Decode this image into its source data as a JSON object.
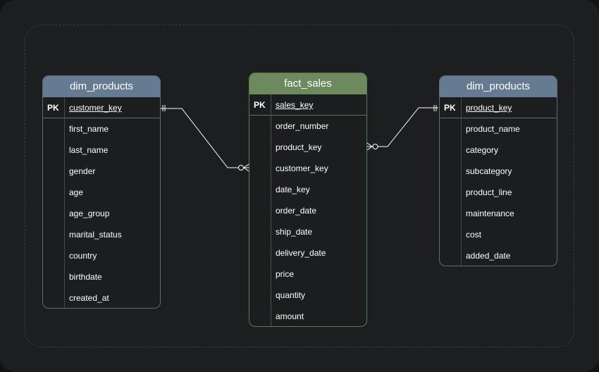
{
  "tables": {
    "left": {
      "name": "dim_products",
      "pk_label": "PK",
      "pk_field": "customer_key",
      "fields": [
        "first_name",
        "last_name",
        "gender",
        "age",
        "age_group",
        "marital_status",
        "country",
        "birthdate",
        "created_at"
      ]
    },
    "middle": {
      "name": "fact_sales",
      "pk_label": "PK",
      "pk_field": "sales_key",
      "fields": [
        "order_number",
        "product_key",
        "customer_key",
        "date_key",
        "order_date",
        "ship_date",
        "delivery_date",
        "price",
        "quantity",
        "amount"
      ]
    },
    "right": {
      "name": "dim_products",
      "pk_label": "PK",
      "pk_field": "product_key",
      "fields": [
        "product_name",
        "category",
        "subcategory",
        "product_line",
        "maintenance",
        "cost",
        "added_date"
      ]
    }
  },
  "relationships": [
    {
      "from": "left.customer_key",
      "to": "middle.customer_key",
      "from_end": "one-mandatory",
      "to_end": "zero-or-many"
    },
    {
      "from": "right.product_key",
      "to": "middle.product_key",
      "from_end": "one-mandatory",
      "to_end": "zero-or-many"
    }
  ],
  "colors": {
    "background": "#1d1e1f",
    "dimension_header": "#667a91",
    "fact_header": "#6d8a5e",
    "connector": "#ffffff"
  }
}
